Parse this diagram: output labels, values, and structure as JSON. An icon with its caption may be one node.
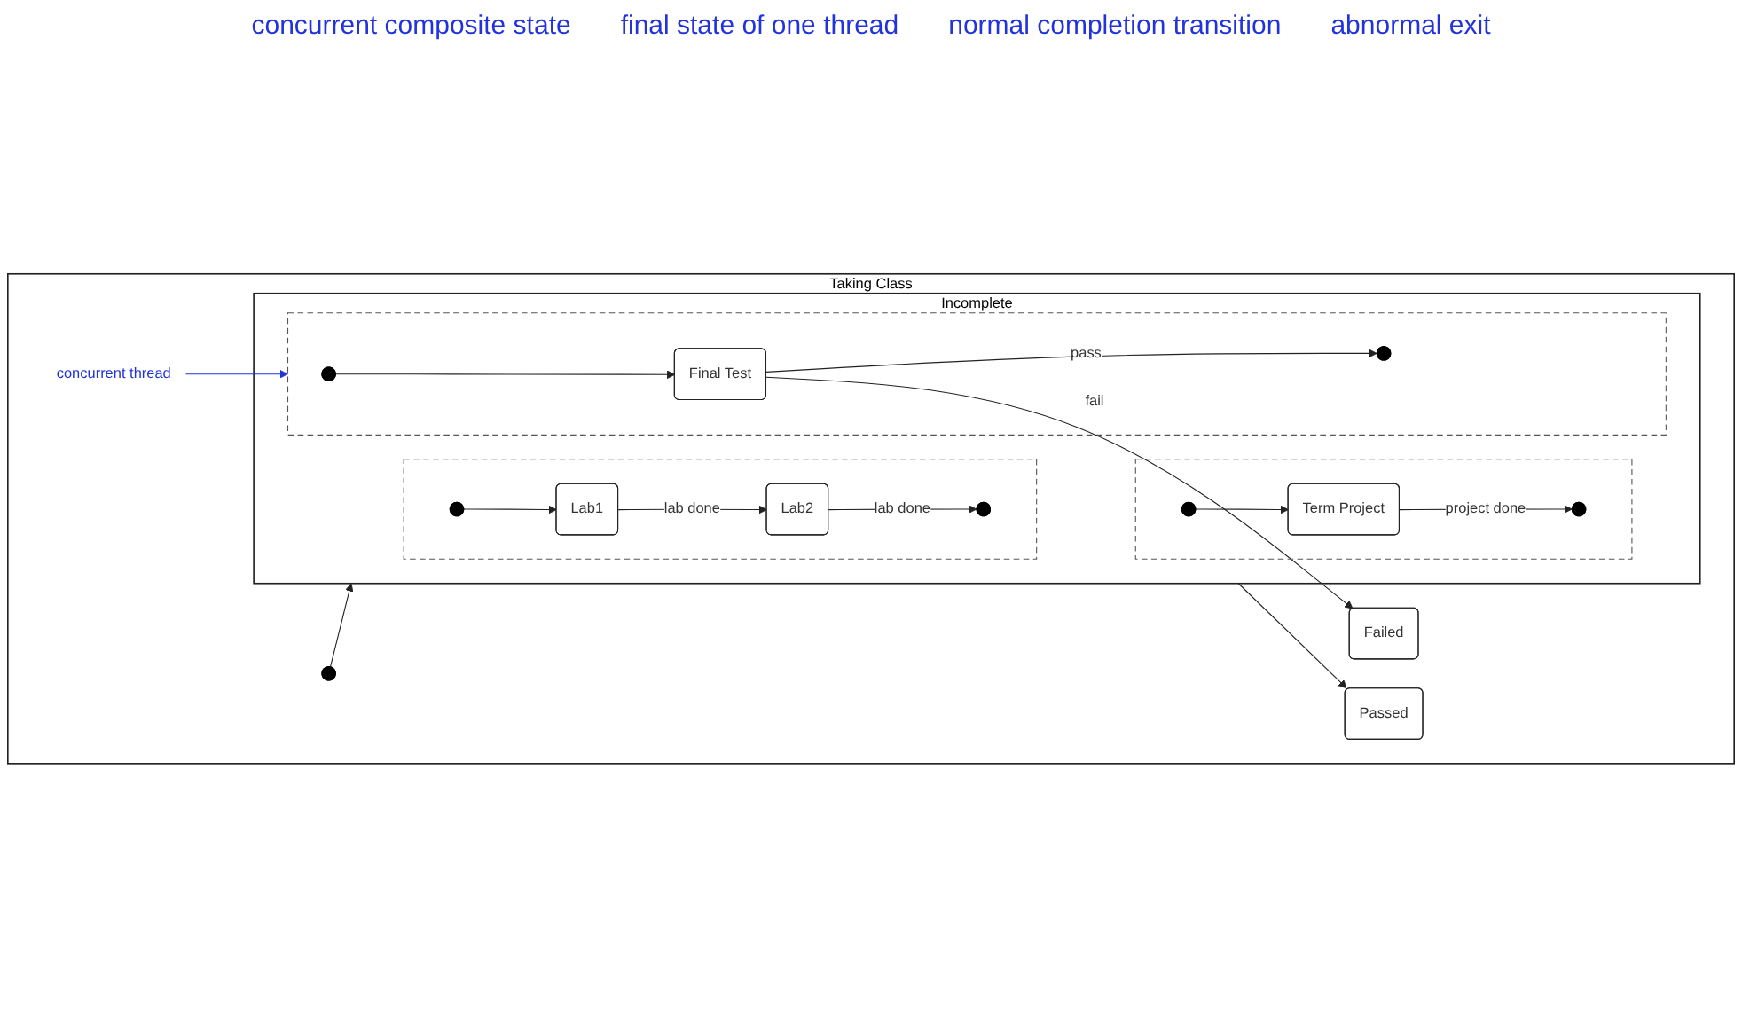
{
  "diagram": {
    "nodes": [
      {
        "text": [
          "Taking Class"
        ]
      },
      {
        "text": [],
        "shape": "circle",
        "in": 0
      },
      {
        "text": [
          "Incomplete"
        ],
        "in": 0
      },
      {
        "text": [],
        "shape": "band",
        "in": 2
      },
      {
        "text": [],
        "shape": "circle",
        "in": 3
      },
      {
        "text": [
          "Lab1"
        ],
        "in": 3
      },
      {
        "text": [
          "Lab2"
        ],
        "in": 3
      },
      {
        "text": [],
        "shape": "bullseye",
        "in": 3
      },
      {
        "text": [],
        "shape": "band",
        "in": 2
      },
      {
        "text": [],
        "shape": "circle",
        "in": 8
      },
      {
        "text": [
          "Term Project"
        ],
        "in": 8
      },
      {
        "text": [],
        "shape": "bullseye",
        "in": 8
      },
      {
        "text": [],
        "shape": "band",
        "in": 2
      },
      {
        "text": [],
        "shape": "circle",
        "in": 12
      },
      {
        "text": [
          "Final Test"
        ],
        "in": 12
      },
      {
        "text": [],
        "shape": "bullseye",
        "in": 12
      },
      {
        "text": [
          "Passed"
        ],
        "in": 0
      },
      {
        "text": [
          "Failed"
        ],
        "in": 0
      },
      {
        "text": [
          "concurrent thread"
        ],
        "in": 0
      }
    ],
    "edges": [
      {
        "from": 1,
        "to": 2,
        "arrow": "to"
      },
      {
        "from": 4,
        "to": 5,
        "arrow": "to"
      },
      {
        "from": 5,
        "to": 6,
        "arrow": "to",
        "label": "lab done"
      },
      {
        "from": 6,
        "to": 7,
        "arrow": "to",
        "label": "lab done"
      },
      {
        "from": 9,
        "to": 10,
        "arrow": "to"
      },
      {
        "from": 10,
        "to": 11,
        "arrow": "to",
        "label": "project done"
      },
      {
        "from": 13,
        "to": 14,
        "arrow": "to"
      },
      {
        "from": 14,
        "to": 15,
        "arrow": "to",
        "label": "pass"
      },
      {
        "from": 2,
        "to": 16,
        "arrow": "to"
      },
      {
        "from": 14,
        "to": 17,
        "arrow": "to",
        "label": "fail"
      },
      {
        "from": 18,
        "to": 12,
        "arrow": "to",
        "color": "#2233dd"
      }
    ],
    "labels": [
      "concurrent composite state",
      "final state of one thread",
      "normal completion transition",
      "abnormal exit"
    ]
  }
}
